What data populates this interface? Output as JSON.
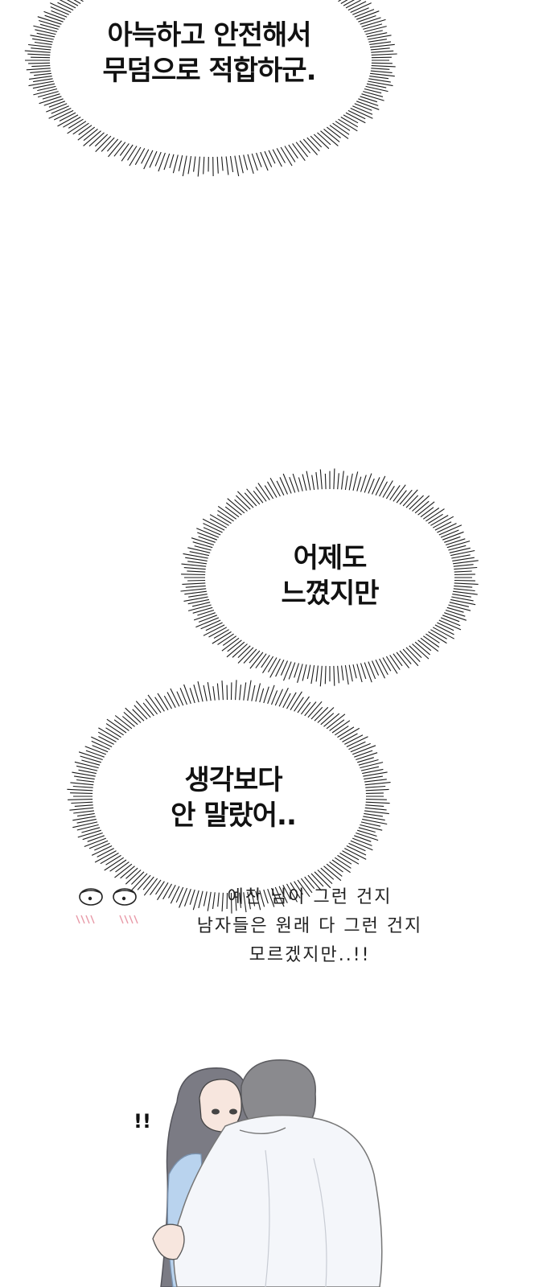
{
  "bubbles": [
    {
      "lines": [
        "아늑하고 안전해서",
        "무덤으로 적합하군."
      ]
    },
    {
      "lines": [
        "어제도",
        "느꼈지만"
      ]
    },
    {
      "lines": [
        "생각보다",
        "안 말랐어.."
      ]
    }
  ],
  "handwritten_note": {
    "lines": [
      "예찬 님이 그런 건지",
      "남자들은 원래 다 그런 건지",
      "모르겠지만..!!"
    ]
  },
  "exclamation": "!!",
  "colors": {
    "background": "#ffffff",
    "burst_lines": "#1a1a1a",
    "blush": "#e89aa8",
    "hair_woman": "#6b6b73",
    "hair_man": "#8a8a8e",
    "shirt": "#f4f6fa",
    "sleeve_blue": "#b9d3ee",
    "skin": "#f7e6de"
  }
}
